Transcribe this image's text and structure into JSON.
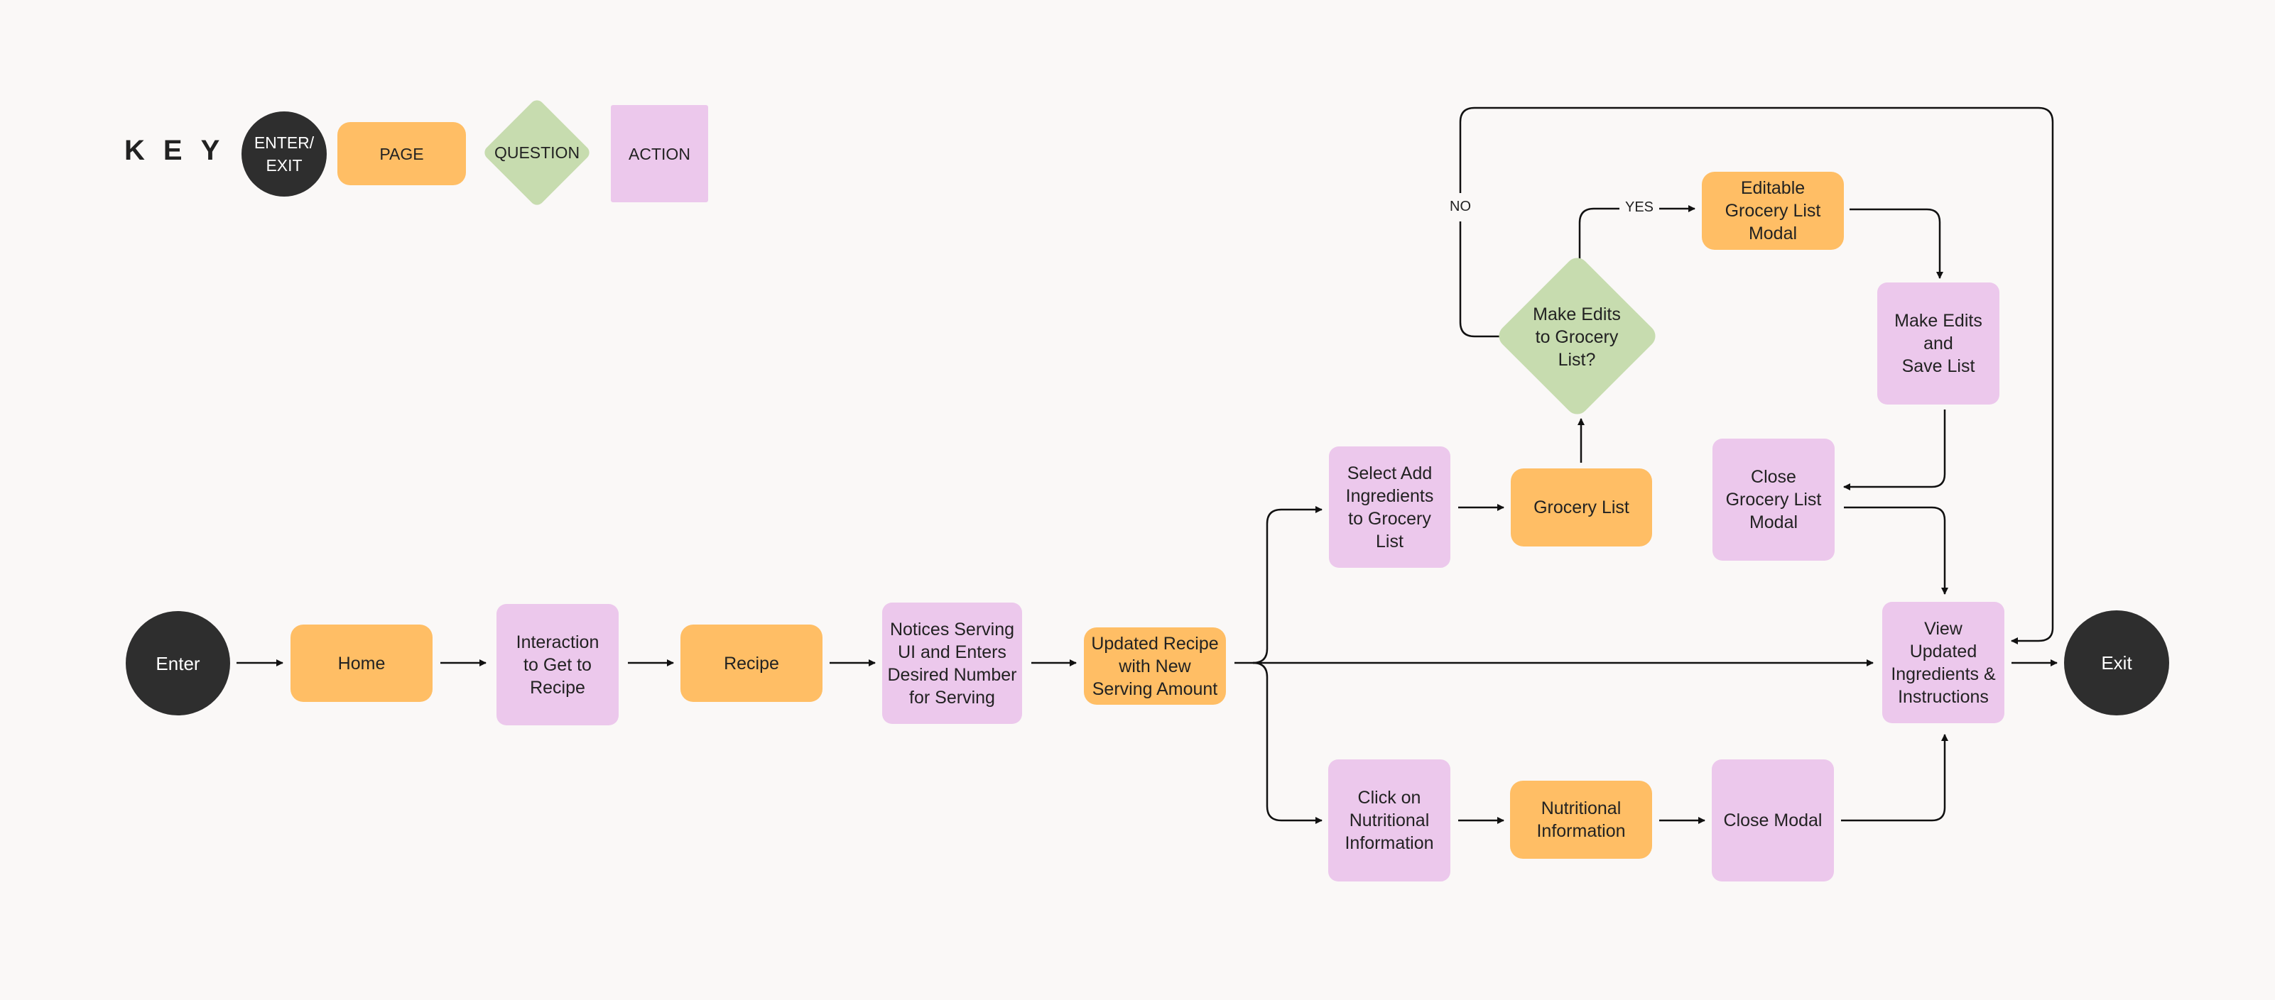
{
  "key": {
    "title": "KEY",
    "enter_exit": "ENTER/\nEXIT",
    "page": "PAGE",
    "question": "QUESTION",
    "action": "ACTION"
  },
  "nodes": {
    "enter": "Enter",
    "home": "Home",
    "interaction": "Interaction\nto Get to\nRecipe",
    "recipe": "Recipe",
    "notices": "Notices Serving\nUI and Enters\nDesired Number\nfor Serving",
    "updated_recipe": "Updated Recipe\nwith New\nServing Amount",
    "select_add": "Select Add\nIngredients\nto Grocery\nList",
    "grocery_list": "Grocery List",
    "make_edits_q": "Make Edits\nto Grocery\nList?",
    "editable_modal": "Editable\nGrocery List\nModal",
    "make_edits_save": "Make Edits\nand\nSave List",
    "close_grocery": "Close\nGrocery List\nModal",
    "view_updated": "View\nUpdated\nIngredients &\nInstructions",
    "exit": "Exit",
    "click_nutrition": "Click on\nNutritional\nInformation",
    "nutritional_info": "Nutritional\nInformation",
    "close_modal": "Close Modal"
  },
  "edge_labels": {
    "yes": "YES",
    "no": "NO"
  },
  "colors": {
    "page": "#ffbe65",
    "action": "#ecc8ec",
    "question": "#c7dcaf",
    "terminal": "#2e2e2e",
    "background": "#faf8f7"
  }
}
